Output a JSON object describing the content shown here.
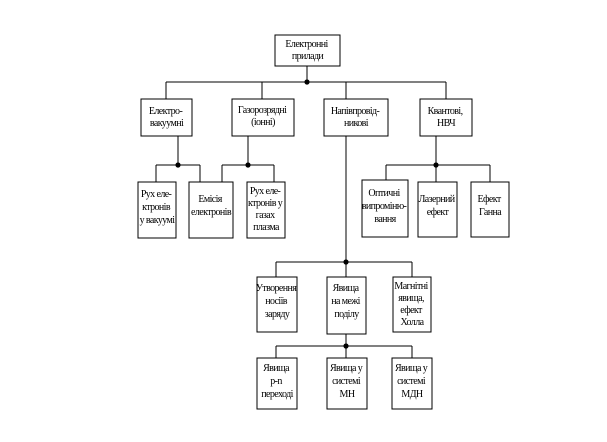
{
  "root": {
    "lines": [
      "Електронні",
      "прилади"
    ]
  },
  "level1": [
    {
      "lines": [
        "Електро-",
        "вакуумні"
      ]
    },
    {
      "lines": [
        "Газорозрядні",
        "(іонні)"
      ]
    },
    {
      "lines": [
        "Напівпровід-",
        "никові"
      ]
    },
    {
      "lines": [
        "Квантові,",
        "НВЧ"
      ]
    }
  ],
  "vacuum_children": [
    {
      "lines": [
        "Рух еле-",
        "ктронів",
        "у вакуумі"
      ]
    },
    {
      "lines": [
        "Емісія",
        "електронів"
      ]
    }
  ],
  "gas_children": [
    {
      "lines": [
        "Рух еле-",
        "ктронів у",
        "газах",
        "плазма"
      ]
    }
  ],
  "quantum_children": [
    {
      "lines": [
        "Оптичні",
        "випроміню-",
        "вання"
      ]
    },
    {
      "lines": [
        "Лазерний",
        "ефект"
      ]
    },
    {
      "lines": [
        "Ефект",
        "Ганна"
      ]
    }
  ],
  "semi_children": [
    {
      "lines": [
        "Утворення",
        "носіїв",
        "заряду"
      ]
    },
    {
      "lines": [
        "Явища",
        "на межі",
        "поділу"
      ]
    },
    {
      "lines": [
        "Магнітні",
        "явища,",
        "ефект",
        "Холла"
      ]
    }
  ],
  "boundary_children": [
    {
      "lines": [
        "Явища",
        "p-n",
        "переході"
      ]
    },
    {
      "lines": [
        "Явища у",
        "системі",
        "МН"
      ]
    },
    {
      "lines": [
        "Явища у",
        "системі",
        "МДН"
      ]
    }
  ]
}
